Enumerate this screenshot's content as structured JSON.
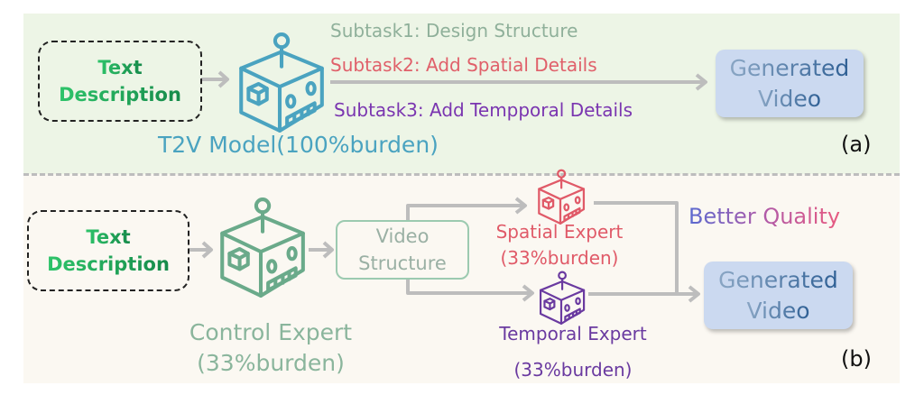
{
  "panel_a": {
    "input": {
      "line1": "Text",
      "line2": "Description"
    },
    "model_label": "T2V Model(100%burden)",
    "subtasks": [
      "Subtask1: Design Structure",
      "Subtask2: Add Spatial Details",
      "Subtask3: Add Tempporal Details"
    ],
    "output": {
      "line1": "Generated",
      "line2": "Video"
    },
    "tag": "(a)"
  },
  "panel_b": {
    "input": {
      "line1": "Text",
      "line2": "Description"
    },
    "control": {
      "line1": "Control Expert",
      "line2": "(33%burden)"
    },
    "structure": {
      "line1": "Video",
      "line2": "Structure"
    },
    "spatial": {
      "line1": "Spatial Expert",
      "line2": "(33%burden)"
    },
    "temporal": {
      "line1": "Temporal Expert",
      "line2": "(33%burden)"
    },
    "quality": "Better Quality",
    "output": {
      "line1": "Generated",
      "line2": "Video"
    },
    "tag": "(b)"
  },
  "colors": {
    "t2v": "#4aa3c0",
    "control": "#6aaa8a",
    "spatial": "#e05a68",
    "temporal": "#6a3aa0",
    "arrow": "#bdbdbd"
  }
}
